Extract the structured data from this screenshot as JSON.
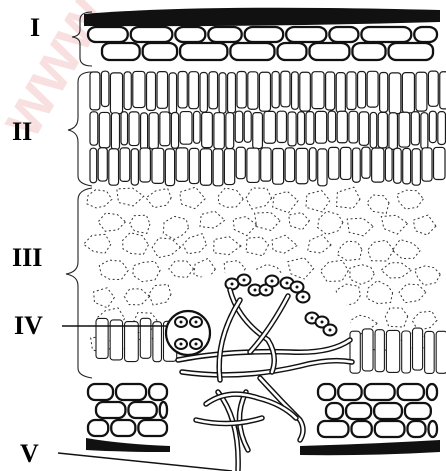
{
  "labels": {
    "l1": "I",
    "l2": "II",
    "l3": "III",
    "l4": "IV",
    "l5": "V"
  },
  "watermark": "www"
}
